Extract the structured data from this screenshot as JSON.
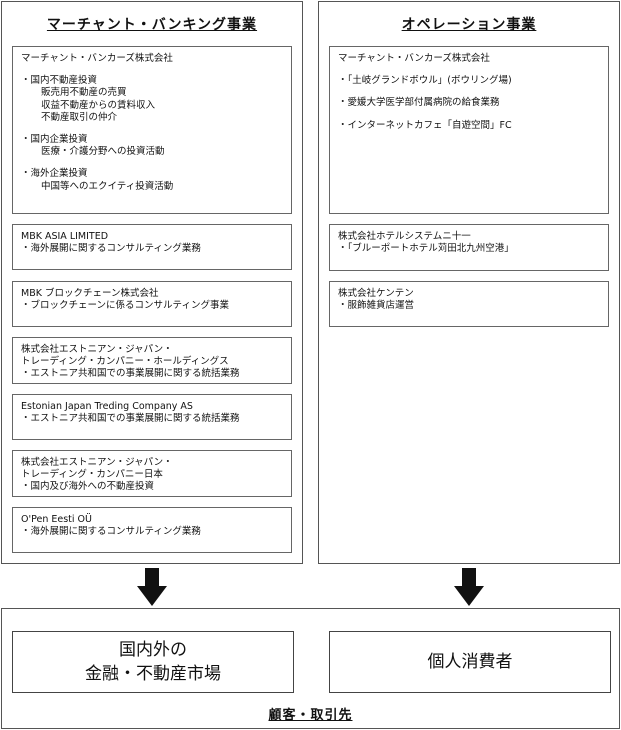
{
  "left_division": {
    "title": "マーチャント・バンキング事業",
    "main_box": {
      "company": "マーチャント・バンカーズ株式会社",
      "groups": [
        {
          "heading": "・国内不動産投資",
          "items": [
            "販売用不動産の売買",
            "収益不動産からの賃料収入",
            "不動産取引の仲介"
          ]
        },
        {
          "heading": "・国内企業投資",
          "items": [
            "医療・介護分野への投資活動"
          ]
        },
        {
          "heading": "・海外企業投資",
          "items": [
            "中国等へのエクイティ投資活動"
          ]
        }
      ]
    },
    "boxes": [
      {
        "lines": [
          "MBK ASIA LIMITED",
          "・海外展開に関するコンサルティング業務"
        ]
      },
      {
        "lines": [
          "MBK ブロックチェーン株式会社",
          "・ブロックチェーンに係るコンサルティング事業"
        ]
      },
      {
        "lines": [
          "株式会社エストニアン・ジャパン・",
          "トレーディング・カンパニー・ホールディングス",
          "・エストニア共和国での事業展開に関する統括業務"
        ]
      },
      {
        "lines": [
          "Estonian Japan Treding Company AS",
          "・エストニア共和国での事業展開に関する統括業務"
        ]
      },
      {
        "lines": [
          "株式会社エストニアン・ジャパン・",
          "トレーディング・カンパニー日本",
          "・国内及び海外への不動産投資"
        ]
      },
      {
        "lines": [
          "O'Pen Eesti OÜ",
          "・海外展開に関するコンサルティング業務"
        ]
      }
    ]
  },
  "right_division": {
    "title": "オペレーション事業",
    "main_box": {
      "company": "マーチャント・バンカーズ株式会社",
      "items": [
        "・「土岐グランドボウル」(ボウリング場)",
        "・愛媛大学医学部付属病院の給食業務",
        "・インターネットカフェ「自遊空間」FC"
      ]
    },
    "boxes": [
      {
        "lines": [
          "株式会社ホテルシステムニ十一",
          "・「ブルーポートホテル苅田北九州空港」"
        ]
      },
      {
        "lines": [
          "株式会社ケンテン",
          "・服飾雑貨店運営"
        ]
      }
    ]
  },
  "markets": {
    "left_lines": [
      "国内外の",
      "金融・不動産市場"
    ],
    "right": "個人消費者",
    "footer": "顧客・取引先"
  },
  "colors": {
    "border": "#555555",
    "arrow": "#111111"
  }
}
